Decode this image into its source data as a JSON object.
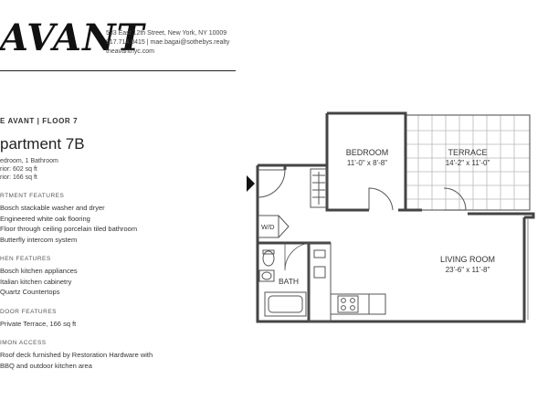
{
  "brand": {
    "logo": "AVANT"
  },
  "contact": {
    "address": "533 East 12th Street, New York, NY 10009",
    "phone_email": "917.714.0415 | mae.bagai@sothebys.realty",
    "website": "theavantnyc.com"
  },
  "listing": {
    "building_floor": "E AVANT | FLOOR 7",
    "apartment": "partment 7B",
    "specs": [
      "edroom, 1 Bathroom",
      "rior: 602 sq ft",
      "rior: 166 sq ft"
    ]
  },
  "sections": [
    {
      "title": "RTMENT FEATURES",
      "items": [
        "Bosch stackable washer and dryer",
        "Engineered white oak flooring",
        "Floor through ceiling porcelain tiled bathroom",
        "Butterfly intercom system"
      ]
    },
    {
      "title": "HEN FEATURES",
      "items": [
        "Bosch kitchen appliances",
        "Italian kitchen cabinetry",
        "Quartz Countertops"
      ]
    },
    {
      "title": "DOOR FEATURES",
      "items": [
        "Private Terrace, 166 sq ft"
      ]
    },
    {
      "title": "IMON ACCESS",
      "items": [
        "Roof deck furnished by Restoration Hardware with",
        "BBQ and outdoor kitchen area"
      ]
    }
  ],
  "floorplan": {
    "bedroom": {
      "name": "BEDROOM",
      "dims": "11'-0\" x 8'-8\""
    },
    "terrace": {
      "name": "TERRACE",
      "dims": "14'-2\" x 11'-0\""
    },
    "living": {
      "name": "LIVING ROOM",
      "dims": "23'-6\" x 11'-8\""
    },
    "bath": {
      "name": "BATH"
    },
    "wd": {
      "name": "W/D"
    }
  }
}
